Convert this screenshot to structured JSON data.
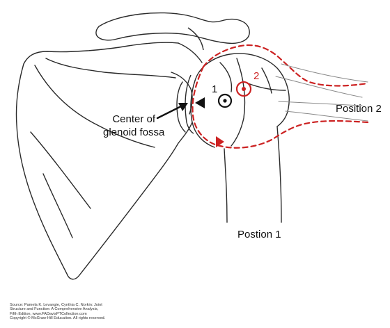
{
  "labels": {
    "center_line1": "Center of",
    "center_line2": "glenoid fossa",
    "position2": "Position 2",
    "position1": "Postion 1",
    "axis1": "1",
    "axis2": "2"
  },
  "source": [
    "Source: Pamela K. Levangie, Cynthia C. Norkin: Joint",
    "Structure and Function: A Comprehensive Analysis,",
    "Fifth Edition, www.FADavisPTCollection.com",
    "Copyright © McGraw-Hill Education. All rights reserved."
  ],
  "colors": {
    "line": "#2a2a2a",
    "red": "#cc2222",
    "black": "#111111"
  }
}
